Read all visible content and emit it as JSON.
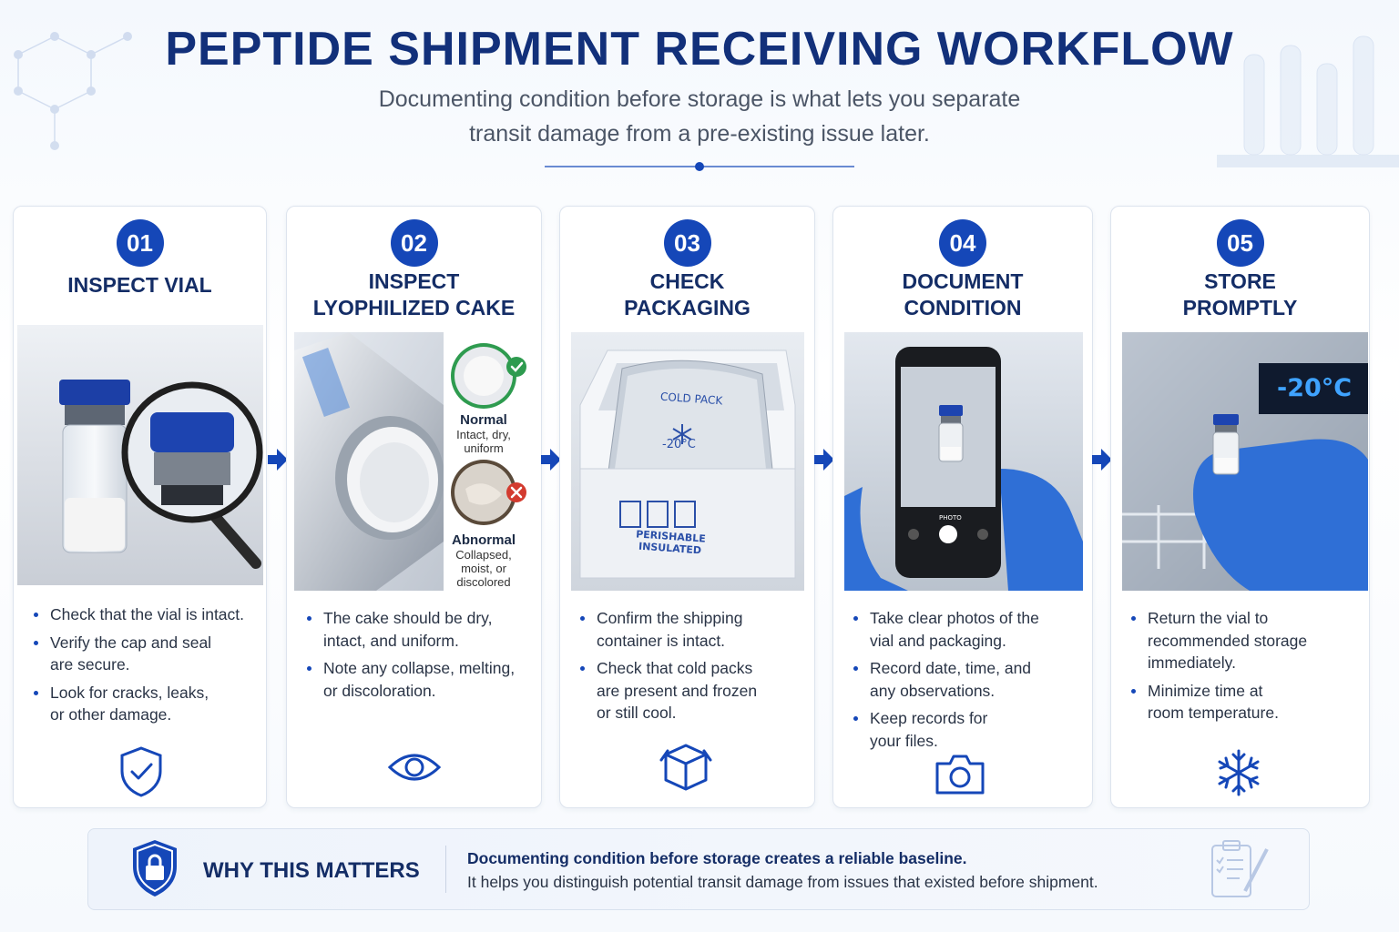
{
  "header": {
    "title": "PEPTIDE SHIPMENT RECEIVING WORKFLOW",
    "subtitle_line1": "Documenting condition before storage is what lets you separate",
    "subtitle_line2": "transit damage from a pre-existing issue later."
  },
  "steps": [
    {
      "number": "01",
      "title_line1": "INSPECT VIAL",
      "bullets": [
        [
          "Check that the vial is intact."
        ],
        [
          "Verify the cap and seal",
          "are secure."
        ],
        [
          "Look for cracks, leaks,",
          "or other damage."
        ]
      ],
      "icon": "shield-check-icon"
    },
    {
      "number": "02",
      "title_line1": "INSPECT",
      "title_line2": "LYOPHILIZED CAKE",
      "callouts": {
        "normal_title": "Normal",
        "normal_desc1": "Intact, dry,",
        "normal_desc2": "uniform",
        "abnormal_title": "Abnormal",
        "abnormal_desc1": "Collapsed,",
        "abnormal_desc2": "moist, or",
        "abnormal_desc3": "discolored"
      },
      "bullets": [
        [
          "The cake should be dry,",
          "intact, and uniform."
        ],
        [
          "Note any collapse, melting,",
          "or discoloration."
        ]
      ],
      "icon": "eye-icon"
    },
    {
      "number": "03",
      "title_line1": "CHECK",
      "title_line2": "PACKAGING",
      "photo_text": {
        "cold_pack": "COLD PACK",
        "temp": "-20°C",
        "box1": "PERISHABLE",
        "box2": "INSULATED"
      },
      "bullets": [
        [
          "Confirm the shipping",
          "container is intact."
        ],
        [
          "Check that cold packs",
          "are present and frozen",
          "or still cool."
        ]
      ],
      "icon": "box-icon"
    },
    {
      "number": "04",
      "title_line1": "DOCUMENT",
      "title_line2": "CONDITION",
      "photo_text": {
        "mode": "PHOTO"
      },
      "bullets": [
        [
          "Take clear photos of the",
          "vial and packaging."
        ],
        [
          "Record date, time, and",
          "any observations."
        ],
        [
          "Keep records for",
          "your files."
        ]
      ],
      "icon": "camera-icon"
    },
    {
      "number": "05",
      "title_line1": "STORE",
      "title_line2": "PROMPTLY",
      "photo_text": {
        "display": "-20°C"
      },
      "bullets": [
        [
          "Return the vial to",
          "recommended storage",
          "immediately."
        ],
        [
          "Minimize time at",
          "room temperature."
        ]
      ],
      "icon": "snowflake-icon"
    }
  ],
  "why": {
    "title": "WHY THIS MATTERS",
    "line1": "Documenting condition before storage creates a reliable baseline.",
    "line2": "It helps you distinguish potential transit damage from issues that existed before shipment."
  },
  "colors": {
    "primary": "#1547b8",
    "navy": "#142d66",
    "text": "#2a3446"
  }
}
